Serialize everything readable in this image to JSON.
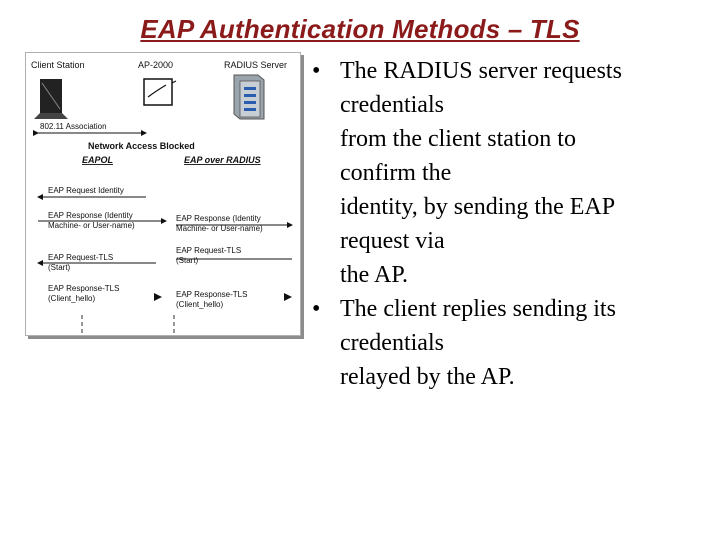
{
  "title": "EAP Authentication Methods – TLS",
  "diagram": {
    "entities": {
      "client": "Client Station",
      "ap": "AP-2000",
      "radius": "RADIUS Server"
    },
    "association": "802.11 Association",
    "blocked": "Network Access Blocked",
    "eapol": "EAPOL",
    "eap_over_radius": "EAP over RADIUS",
    "messages": {
      "req_identity": "EAP Request Identity",
      "resp_identity_1": "EAP Response (Identity",
      "resp_identity_2": "Machine- or User-name)",
      "radius_resp_identity_1": "EAP Response (Identity",
      "radius_resp_identity_2": "Machine- or User-name)",
      "req_tls_1": "EAP Request-TLS",
      "req_tls_2": "(Start)",
      "radius_req_tls_1": "EAP Request-TLS",
      "radius_req_tls_2": "(Start)",
      "resp_tls_1": "EAP Response-TLS",
      "resp_tls_2": "(Client_hello)",
      "radius_resp_tls_1": "EAP Response-TLS",
      "radius_resp_tls_2": "(Client_hello)"
    }
  },
  "bullets": [
    "The RADIUS server requests credentials",
    "from the client station to confirm the",
    "identity, by sending the EAP request via",
    "the AP.",
    "The client replies sending its credentials",
    "relayed by the AP."
  ],
  "bullet_lines": {
    "b1_l1": "The RADIUS server requests",
    "b1_l2": "credentials",
    "b1_l3": "from the client station to",
    "b1_l4": "confirm the",
    "b1_l5": "identity, by sending the EAP",
    "b1_l6": "request via",
    "b1_l7": "the AP.",
    "b2_l1": "The client replies sending its",
    "b2_l2": "credentials",
    "b2_l3": "relayed by the AP."
  },
  "bullet_marker": "•",
  "colors": {
    "title": "#8b1a1a",
    "diagram_border": "#b0b0b0",
    "shadow": "#8c8c8c"
  }
}
